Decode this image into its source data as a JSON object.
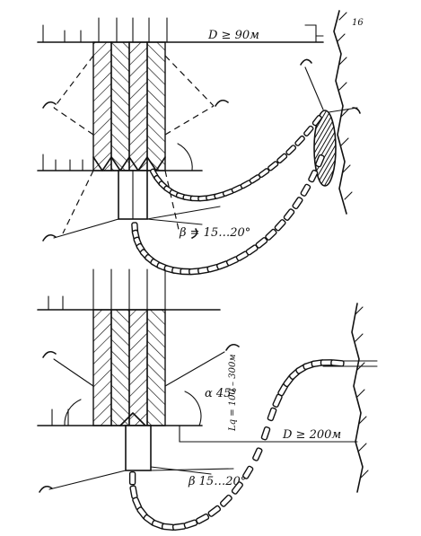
{
  "top": {
    "distance_label": "D ≥ 90м",
    "angle_label": "β = 15…20°",
    "shore_label": "16"
  },
  "bottom": {
    "distance_label": "D ≥ 200м",
    "length_label": "Lq = 100 – 300м",
    "alpha_label": "α 45°",
    "angle_label": "β 15…20°"
  },
  "colors": {
    "ink": "#111111",
    "paper": "#ffffff"
  }
}
